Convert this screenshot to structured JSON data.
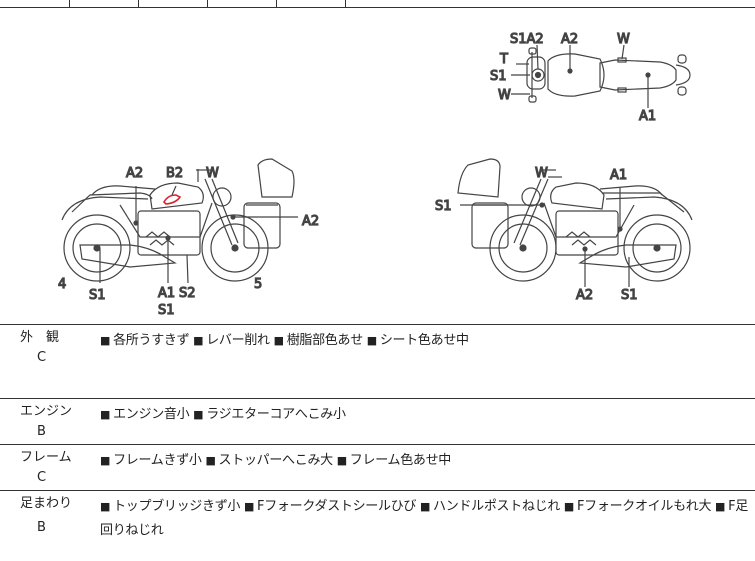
{
  "diagram": {
    "top_view": {
      "s1a2": "S1A2",
      "a2": "A2",
      "w_right": "W",
      "t": "T",
      "s1": "S1",
      "w_left": "W",
      "a1": "A1"
    },
    "left_view": {
      "a2_tank": "A2",
      "b2": "B2",
      "w": "W",
      "a2_rear": "A2",
      "num4": "4",
      "s1": "S1",
      "a1": "A1",
      "s2": "S2",
      "s1_lower": "S1",
      "num5": "5"
    },
    "right_view": {
      "w": "W",
      "a1": "A1",
      "s1": "S1",
      "a2": "A2",
      "s1_bottom": "S1"
    }
  },
  "rows": [
    {
      "label": "外　観",
      "grade": "C",
      "items": [
        "各所うすきず",
        "レバー削れ",
        "樹脂部色あせ",
        "シート色あせ中"
      ]
    },
    {
      "label": "エンジン",
      "grade": "B",
      "items": [
        "エンジン音小",
        "ラジエターコアへこみ小"
      ]
    },
    {
      "label": "フレーム",
      "grade": "C",
      "items": [
        "フレームきず小",
        "ストッパーへこみ大",
        "フレーム色あせ中"
      ]
    },
    {
      "label": "足まわり",
      "grade": "B",
      "items": [
        "トップブリッジきず小",
        "Fフォークダストシールひび",
        "ハンドルポストねじれ",
        "Fフォークオイルもれ大",
        "F足回りねじれ"
      ]
    }
  ],
  "colors": {
    "line": "#333333",
    "damage_mark": "#d9232e"
  }
}
